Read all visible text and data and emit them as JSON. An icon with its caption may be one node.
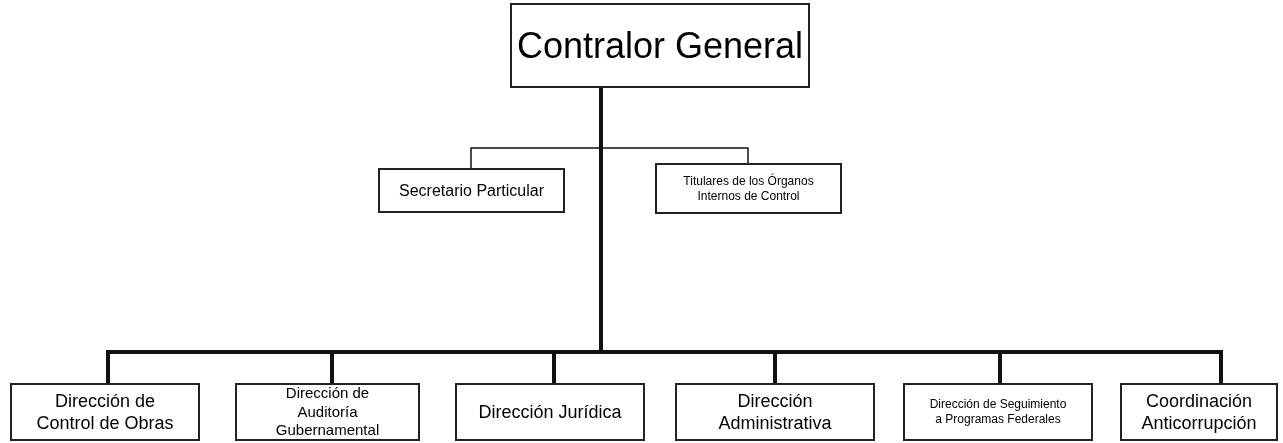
{
  "diagram": {
    "nodes": [
      {
        "text": [
          "Contralor General"
        ]
      },
      {
        "text": [
          "Secretario Particular"
        ]
      },
      {
        "text": [
          "Titulares de los Órganos Internos de Control"
        ]
      },
      {
        "text": [
          "Dirección de Control de Obras"
        ]
      },
      {
        "text": [
          "Dirección de Auditoría Gubernamental"
        ]
      },
      {
        "text": [
          "Dirección Jurídica"
        ]
      },
      {
        "text": [
          "Dirección Administrativa"
        ]
      },
      {
        "text": [
          "Dirección de Seguimiento a Programas Federales"
        ]
      },
      {
        "text": [
          "Coordinación Anticorrupción"
        ]
      }
    ],
    "edges": [
      {
        "from": 0,
        "to": 1,
        "arrow": "none"
      },
      {
        "from": 0,
        "to": 2,
        "arrow": "none"
      },
      {
        "from": 0,
        "to": 3,
        "arrow": "none"
      },
      {
        "from": 0,
        "to": 4,
        "arrow": "none"
      },
      {
        "from": 0,
        "to": 5,
        "arrow": "none"
      },
      {
        "from": 0,
        "to": 6,
        "arrow": "none"
      },
      {
        "from": 0,
        "to": 7,
        "arrow": "none"
      },
      {
        "from": 0,
        "to": 8,
        "arrow": "none"
      }
    ]
  }
}
